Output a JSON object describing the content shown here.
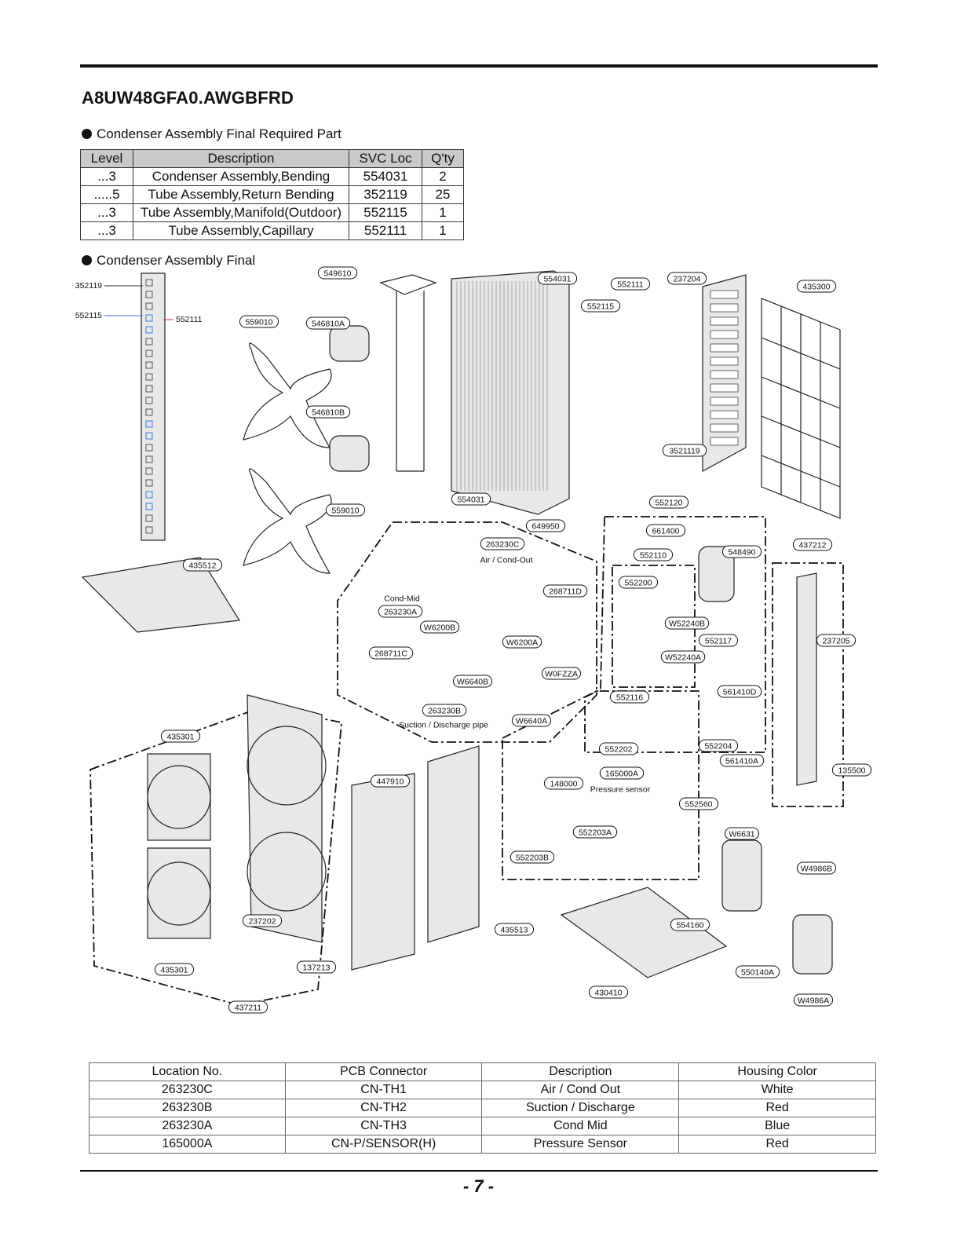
{
  "model": "A8UW48GFA0.AWGBFRD",
  "section_required": "Condenser Assembly Final Required Part",
  "section_final": "Condenser Assembly Final",
  "parts_table": {
    "headers": [
      "Level",
      "Description",
      "SVC Loc",
      "Q'ty"
    ],
    "rows": [
      [
        "...3",
        "Condenser Assembly,Bending",
        "554031",
        "2"
      ],
      [
        ".....5",
        "Tube Assembly,Return Bending",
        "352119",
        "25"
      ],
      [
        "...3",
        "Tube Assembly,Manifold(Outdoor)",
        "552115",
        "1"
      ],
      [
        "...3",
        "Tube Assembly,Capillary",
        "552111",
        "1"
      ]
    ]
  },
  "diagram": {
    "part_labels": [
      "549610",
      "554031",
      "552111",
      "237204",
      "435300",
      "552115",
      "559010",
      "546810A",
      "546810B",
      "3521119",
      "554031",
      "559010",
      "552120",
      "649950",
      "661400",
      "263230C",
      "Air / Cond-Out",
      "552110",
      "548490",
      "437212",
      "435512",
      "268711D",
      "552200",
      "Cond-Mid",
      "263230A",
      "W6200B",
      "W52240B",
      "W6200A",
      "552117",
      "237205",
      "268711C",
      "W52240A",
      "W0FZZA",
      "W6640B",
      "552116",
      "561410D",
      "263230B",
      "W6640A",
      "Suction / Discharge pipe",
      "435301",
      "552202",
      "552204",
      "165000A",
      "561410A",
      "135500",
      "447910",
      "148000",
      "Pressure sensor",
      "552560",
      "552203A",
      "W6631",
      "552203B",
      "W4986B",
      "237202",
      "435513",
      "554160",
      "435301",
      "137213",
      "550140A",
      "430410",
      "W4986A",
      "437211"
    ],
    "side_labels": [
      "352119",
      "552115",
      "552111"
    ]
  },
  "connector_table": {
    "headers": [
      "Location No.",
      "PCB Connector",
      "Description",
      "Housing Color"
    ],
    "rows": [
      [
        "263230C",
        "CN-TH1",
        "Air / Cond Out",
        "White"
      ],
      [
        "263230B",
        "CN-TH2",
        "Suction / Discharge",
        "Red"
      ],
      [
        "263230A",
        "CN-TH3",
        "Cond Mid",
        "Blue"
      ],
      [
        "165000A",
        "CN-P/SENSOR(H)",
        "Pressure Sensor",
        "Red"
      ]
    ]
  },
  "page_number": "- 7 -"
}
